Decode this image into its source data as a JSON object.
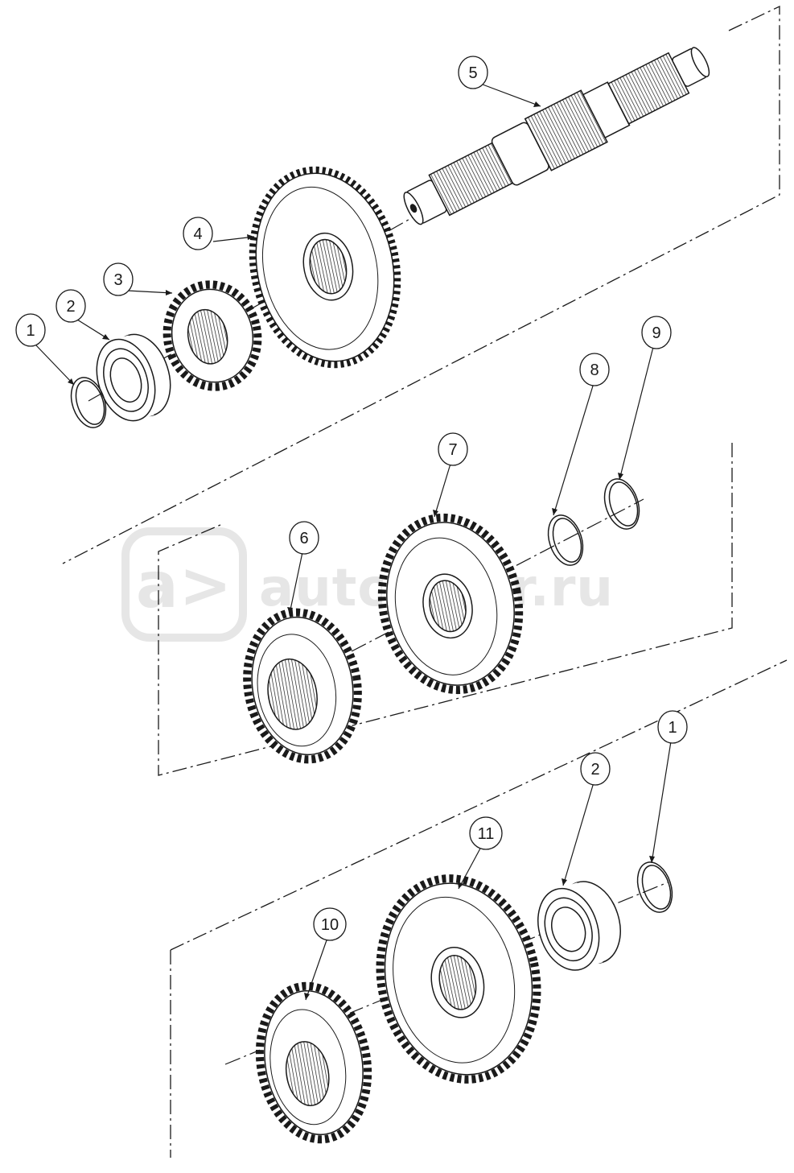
{
  "watermark": {
    "text": "autopiter.ru"
  },
  "callouts": [
    {
      "id": "c1a",
      "label": "1"
    },
    {
      "id": "c2a",
      "label": "2"
    },
    {
      "id": "c3",
      "label": "3"
    },
    {
      "id": "c4",
      "label": "4"
    },
    {
      "id": "c5",
      "label": "5"
    },
    {
      "id": "c6",
      "label": "6"
    },
    {
      "id": "c7",
      "label": "7"
    },
    {
      "id": "c8",
      "label": "8"
    },
    {
      "id": "c9",
      "label": "9"
    },
    {
      "id": "c10",
      "label": "10"
    },
    {
      "id": "c11",
      "label": "11"
    },
    {
      "id": "c2b",
      "label": "2"
    },
    {
      "id": "c1b",
      "label": "1"
    }
  ],
  "colors": {
    "ink": "#1a1a1a",
    "shade": "#d9d9d9",
    "watermark": "#e6e6e6"
  }
}
